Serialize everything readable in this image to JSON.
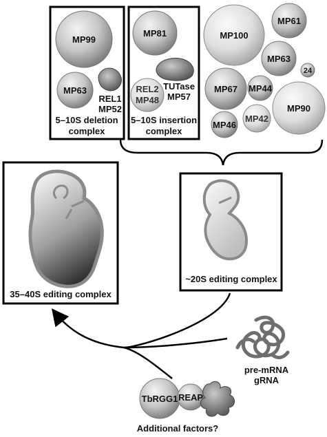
{
  "deletion_complex": {
    "label_line1": "5–10S deletion",
    "label_line2": "complex",
    "proteins": {
      "mp99": "MP99",
      "mp63": "MP63",
      "rel1": "REL1",
      "mp52": "MP52"
    }
  },
  "insertion_complex": {
    "label_line1": "5–10S insertion",
    "label_line2": "complex",
    "proteins": {
      "mp81": "MP81",
      "rel2": "REL2",
      "mp48": "MP48",
      "tutase": "TUTase",
      "mp57": "MP57"
    }
  },
  "other_proteins": {
    "mp100": "MP100",
    "mp61": "MP61",
    "mp63": "MP63",
    "p24": "24",
    "mp67": "MP67",
    "mp44": "MP44",
    "mp90": "MP90",
    "mp46": "MP46",
    "mp42": "MP42"
  },
  "complex_20s": {
    "label": "~20S editing complex"
  },
  "complex_35_40s": {
    "label": "35–40S editing complex"
  },
  "rna": {
    "line1": "pre-mRNA",
    "line2": "gRNA"
  },
  "additional": {
    "tbrgg1": "TbRGG1",
    "reap": "REAP",
    "label": "Additional factors?"
  },
  "colors": {
    "ball_light": "#f2f2f2",
    "ball_dark": "#8c8c8c",
    "complex_outline": "#808080",
    "rna_strand": "#6e6e6e"
  }
}
